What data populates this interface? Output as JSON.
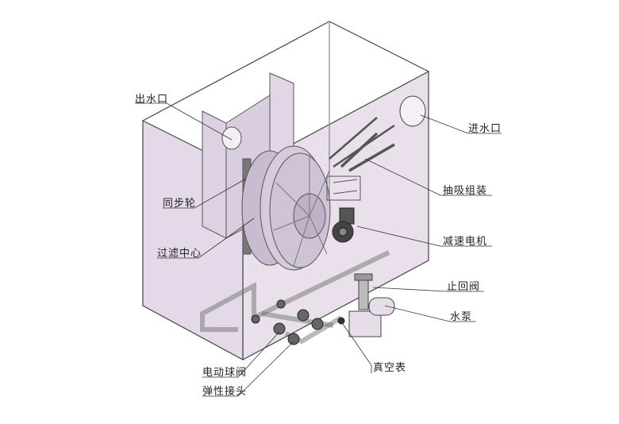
{
  "labels": {
    "outlet": "出水口",
    "inlet": "进水口",
    "sync_wheel": "同步轮",
    "suction_assembly": "抽吸组装",
    "filter_center": "过滤中心",
    "gear_motor": "减速电机",
    "check_valve": "止回阀",
    "water_pump": "水泵",
    "electric_ball_valve": "电动球阀",
    "vacuum_gauge": "真空表",
    "elastic_joint": "弹性接头"
  },
  "colors": {
    "tank_fill": "#e6dcea",
    "tank_line": "#444444",
    "part_fill": "#cfc3d6"
  }
}
